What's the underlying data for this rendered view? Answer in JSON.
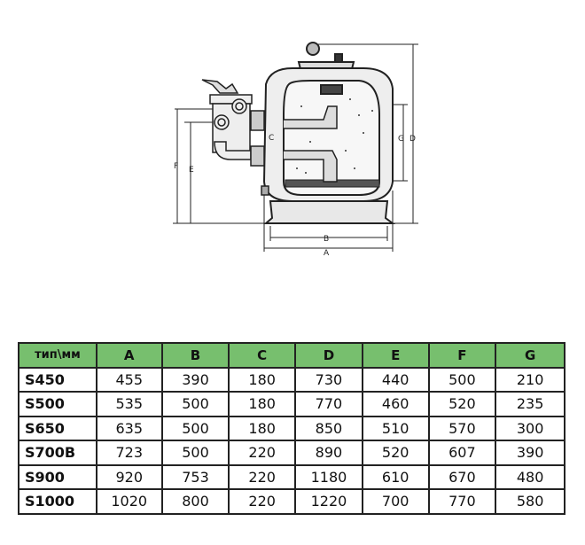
{
  "diagram": {
    "labels": {
      "A": "A",
      "B": "B",
      "C": "C",
      "D": "D",
      "E": "E",
      "F": "F",
      "G": "G"
    }
  },
  "table": {
    "headers": [
      "тип\\мм",
      "A",
      "B",
      "C",
      "D",
      "E",
      "F",
      "G"
    ],
    "rows": [
      [
        "S450",
        "455",
        "390",
        "180",
        "730",
        "440",
        "500",
        "210"
      ],
      [
        "S500",
        "535",
        "500",
        "180",
        "770",
        "460",
        "520",
        "235"
      ],
      [
        "S650",
        "635",
        "500",
        "180",
        "850",
        "510",
        "570",
        "300"
      ],
      [
        "S700B",
        "723",
        "500",
        "220",
        "890",
        "520",
        "607",
        "390"
      ],
      [
        "S900",
        "920",
        "753",
        "220",
        "1180",
        "610",
        "670",
        "480"
      ],
      [
        "S1000",
        "1020",
        "800",
        "220",
        "1220",
        "700",
        "770",
        "580"
      ]
    ]
  },
  "colors": {
    "header_bg": "#77bf6e"
  }
}
